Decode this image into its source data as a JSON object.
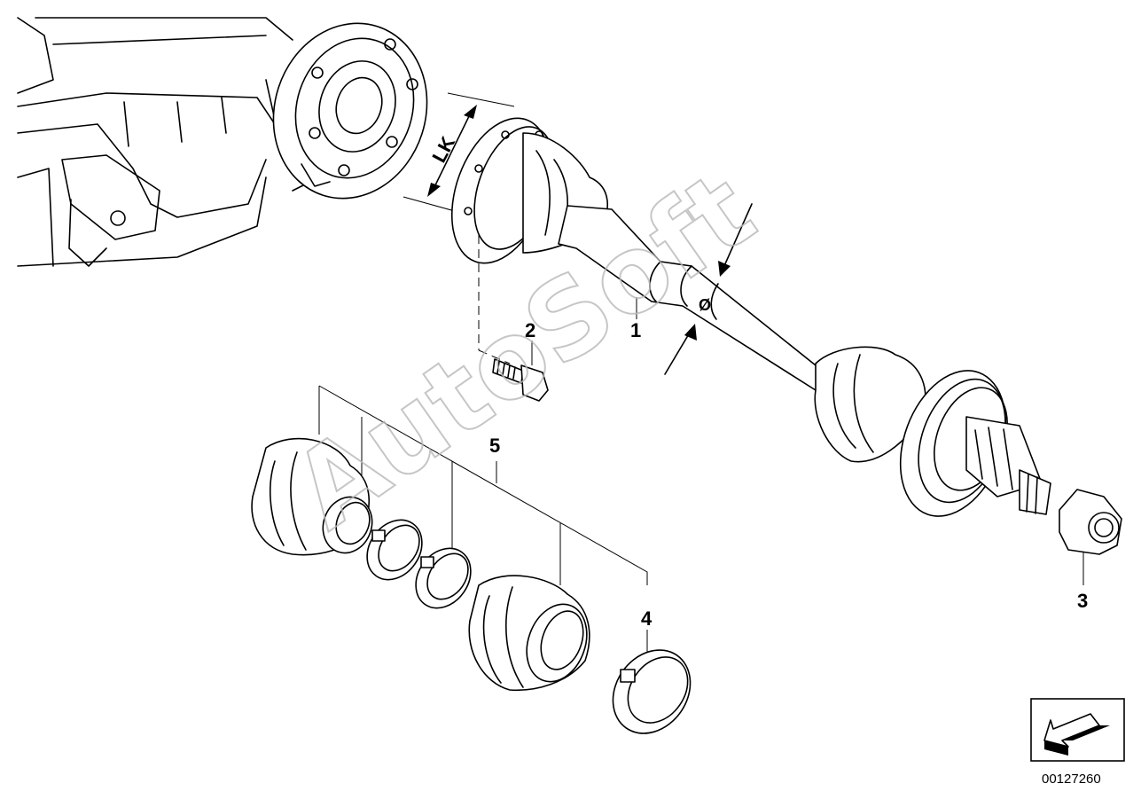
{
  "callouts": {
    "part1": "1",
    "part2": "2",
    "part3": "3",
    "part4": "4",
    "part5": "5"
  },
  "dimension_labels": {
    "pitch_circle": "LK",
    "diameter": "Ø"
  },
  "watermark": "AutoSoft",
  "document_number": "00127260",
  "icons": {
    "orientation": "direction-arrow-icon"
  },
  "colors": {
    "line": "#000000",
    "background": "#ffffff",
    "watermark": "#b9b9b9"
  }
}
